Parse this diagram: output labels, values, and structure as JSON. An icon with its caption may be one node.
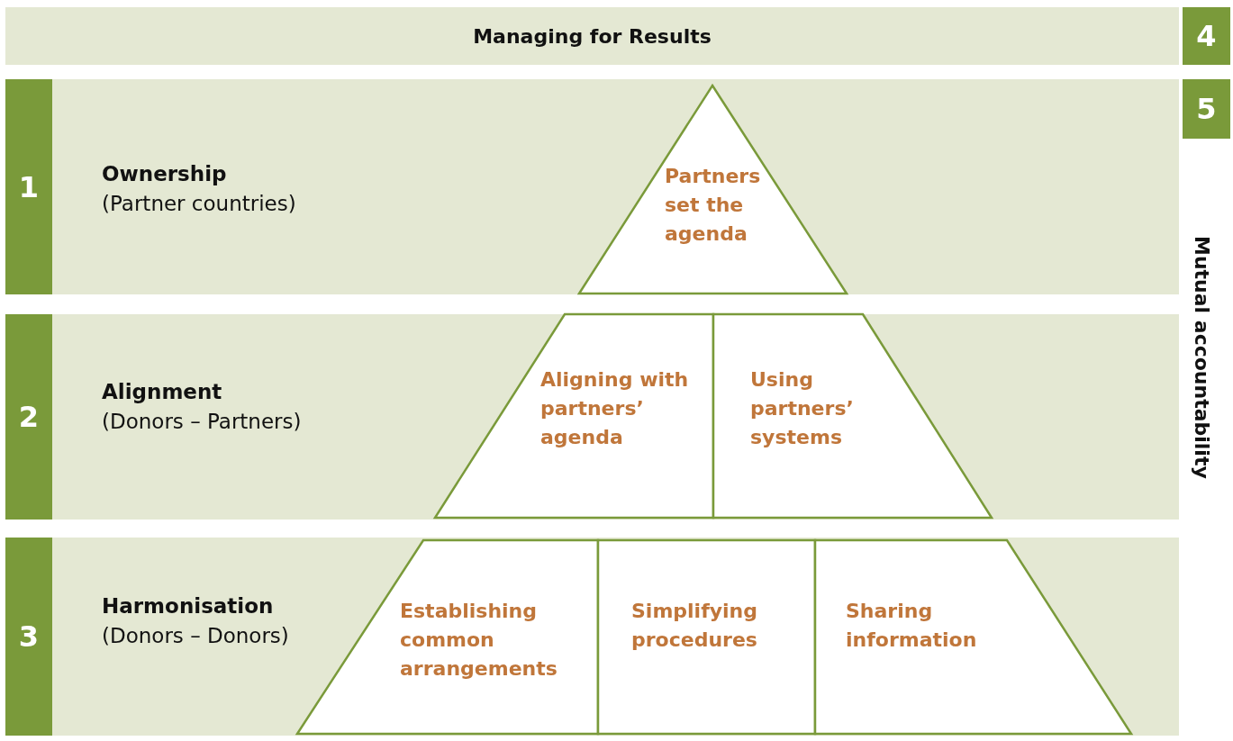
{
  "diagram": {
    "nodes": [
      {
        "text": [
          "Managing for Results"
        ]
      },
      {
        "text": [
          "4"
        ]
      },
      {
        "text": [
          "5"
        ]
      },
      {
        "text": [
          "Ownership",
          "(Partner countries)"
        ]
      },
      {
        "text": [
          "1"
        ],
        "in": 3
      },
      {
        "text": [
          "Partners set the agenda"
        ],
        "in": 3
      },
      {
        "text": [
          "Alignment",
          "(Donors – Partners)"
        ]
      },
      {
        "text": [
          "2"
        ],
        "in": 6
      },
      {
        "text": [
          "Aligning with partners’ agenda"
        ],
        "in": 6
      },
      {
        "text": [
          "Using partners’ systems"
        ],
        "in": 6
      },
      {
        "text": [
          "Harmonisation",
          "(Donors – Donors)"
        ]
      },
      {
        "text": [
          "3"
        ],
        "in": 10
      },
      {
        "text": [
          "Establishing common arrangements"
        ],
        "in": 10
      },
      {
        "text": [
          "Simplifying procedures"
        ],
        "in": 10
      },
      {
        "text": [
          "Sharing information"
        ],
        "in": 10
      }
    ],
    "labels": [
      "Mutual accountability"
    ]
  }
}
